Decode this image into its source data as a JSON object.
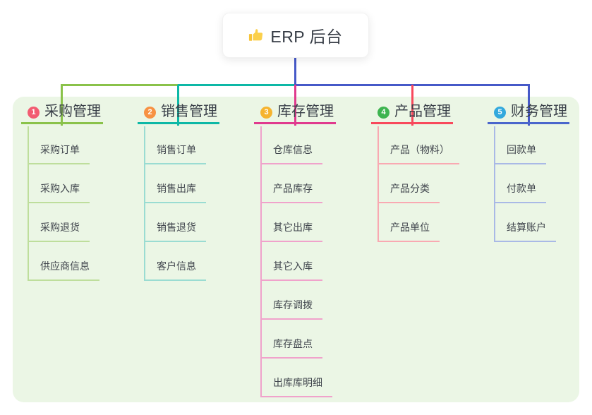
{
  "root": {
    "label": "ERP 后台",
    "icon": "thumbs-up-icon"
  },
  "colors": {
    "canvas_bg": "#ffffff",
    "panel_bg": "#ebf6e5",
    "connector_blue": "#4659c8",
    "root_text": "#343a43",
    "thumb_main": "#fbd04b",
    "thumb_cuff": "#f7c439"
  },
  "branches": [
    {
      "number": "1",
      "label": "采购管理",
      "badge_color": "#f25c71",
      "line_color": "#8ac24a",
      "child_line_color": "#bede9c",
      "children": [
        "采购订单",
        "采购入库",
        "采购退货",
        "供应商信息"
      ]
    },
    {
      "number": "2",
      "label": "销售管理",
      "badge_color": "#f79243",
      "line_color": "#0db8a6",
      "child_line_color": "#9adcd2",
      "children": [
        "销售订单",
        "销售出库",
        "销售退货",
        "客户信息"
      ]
    },
    {
      "number": "3",
      "label": "库存管理",
      "badge_color": "#f6b42e",
      "line_color": "#e03a8e",
      "child_line_color": "#f0a2cb",
      "children": [
        "仓库信息",
        "产品库存",
        "其它出库",
        "其它入库",
        "库存调拨",
        "库存盘点",
        "出库库明细"
      ]
    },
    {
      "number": "4",
      "label": "产品管理",
      "badge_color": "#3eb450",
      "line_color": "#f8495c",
      "child_line_color": "#f9a9b2",
      "children": [
        "产品（物料）",
        "产品分类",
        "产品单位"
      ]
    },
    {
      "number": "5",
      "label": "财务管理",
      "badge_color": "#33a9dd",
      "line_color": "#4a66cc",
      "child_line_color": "#a9b9e6",
      "children": [
        "回款单",
        "付款单",
        "结算账户"
      ]
    }
  ]
}
